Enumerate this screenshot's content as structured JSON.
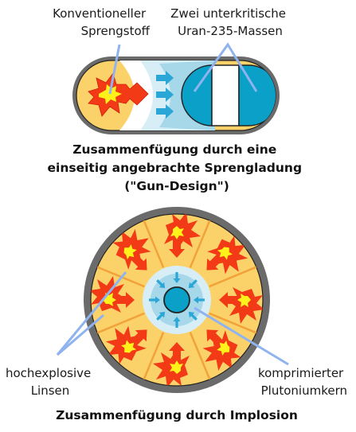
{
  "gun_design": {
    "label_explosive": [
      "Konventioneller",
      "Sprengstoff"
    ],
    "label_uranium": [
      "Zwei unterkritische",
      "Uran-235-Massen"
    ],
    "caption": [
      "Zusammenfügung durch eine",
      "einseitig angebrachte Sprengladung",
      "(\"Gun-Design\")"
    ]
  },
  "implosion_design": {
    "label_lenses": [
      "hochexplosive",
      "Linsen"
    ],
    "label_core": [
      "komprimierter",
      "Plutoniumkern"
    ],
    "caption": "Zusammenfügung durch Implosion"
  },
  "colors": {
    "casing": "#6b6b6b",
    "explosive_fill": "#fbd26a",
    "burst_red": "#f23a17",
    "burst_yellow": "#fff21a",
    "uranium": "#0aa0c8",
    "shock_light": "#d8eef6",
    "shock_mid": "#a6d8ea",
    "arrow_blue": "#2aa7d6",
    "pointer_line": "#8fb3ef",
    "lens_lines": "#f2a23a"
  }
}
